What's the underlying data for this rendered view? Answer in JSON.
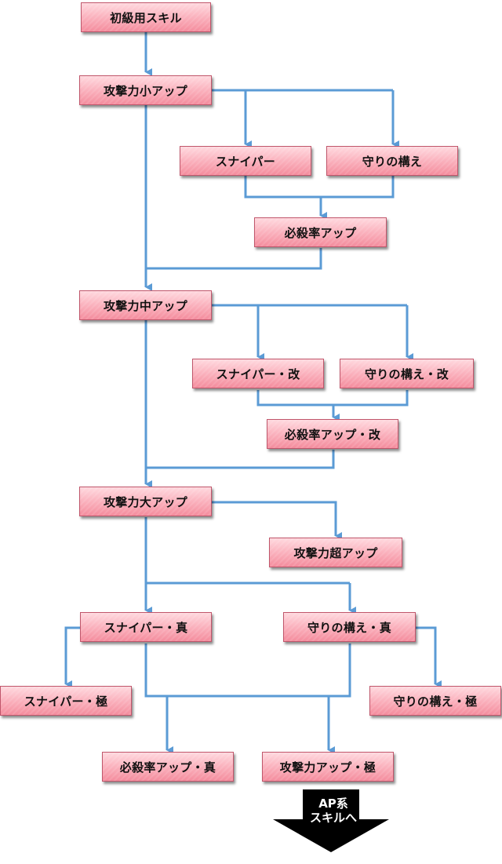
{
  "nodes": {
    "beginner_skill": "初級用スキル",
    "attack_up_small": "攻撃力小アップ",
    "sniper": "スナイパー",
    "guard_stance": "守りの構え",
    "crit_rate_up": "必殺率アップ",
    "attack_up_medium": "攻撃力中アップ",
    "sniper_kai": "スナイパー・改",
    "guard_stance_kai": "守りの構え・改",
    "crit_rate_up_kai": "必殺率アップ・改",
    "attack_up_large": "攻撃力大アップ",
    "attack_up_super": "攻撃力超アップ",
    "sniper_shin": "スナイパー・真",
    "guard_stance_shin": "守りの構え・真",
    "sniper_kiwami": "スナイパー・極",
    "guard_stance_kiwami": "守りの構え・極",
    "crit_rate_up_shin": "必殺率アップ・真",
    "attack_up_kiwami": "攻撃力アップ・極"
  },
  "ap_arrow": {
    "line1": "AP系",
    "line2": "スキルへ"
  },
  "colors": {
    "connector": "#5b9bd5",
    "node_border": "#c0566b",
    "node_fill_top": "#ffd9df",
    "node_fill_bottom": "#f48c9d",
    "ap_arrow_fill": "#000000"
  }
}
